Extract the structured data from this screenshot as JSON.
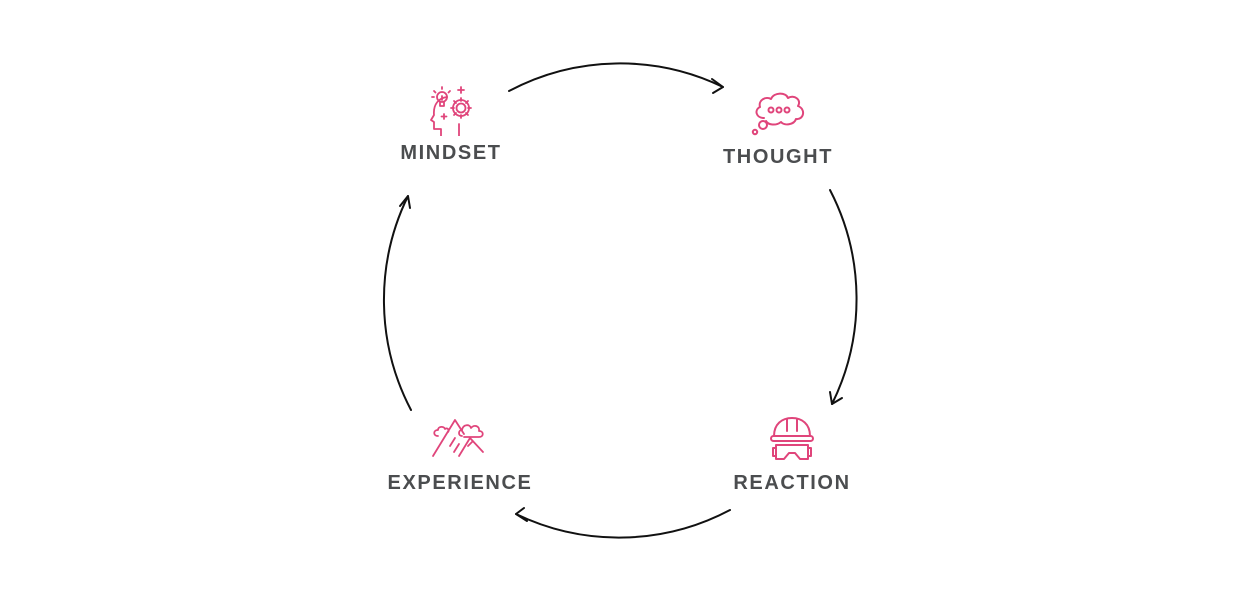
{
  "diagram": {
    "type": "cycle",
    "accent_color": "#e0457b",
    "text_color": "#4b4d4f",
    "arrow_color": "#111111",
    "direction": "clockwise",
    "nodes": [
      {
        "id": "mindset",
        "label": "MINDSET",
        "icon": "head-lightbulb-gear-icon"
      },
      {
        "id": "thought",
        "label": "THOUGHT",
        "icon": "thought-bubble-icon"
      },
      {
        "id": "reaction",
        "label": "REACTION",
        "icon": "hard-hat-goggles-icon"
      },
      {
        "id": "experience",
        "label": "EXPERIENCE",
        "icon": "mountains-clouds-icon"
      }
    ],
    "edges": [
      {
        "from": "mindset",
        "to": "thought"
      },
      {
        "from": "thought",
        "to": "reaction"
      },
      {
        "from": "reaction",
        "to": "experience"
      },
      {
        "from": "experience",
        "to": "mindset"
      }
    ]
  }
}
